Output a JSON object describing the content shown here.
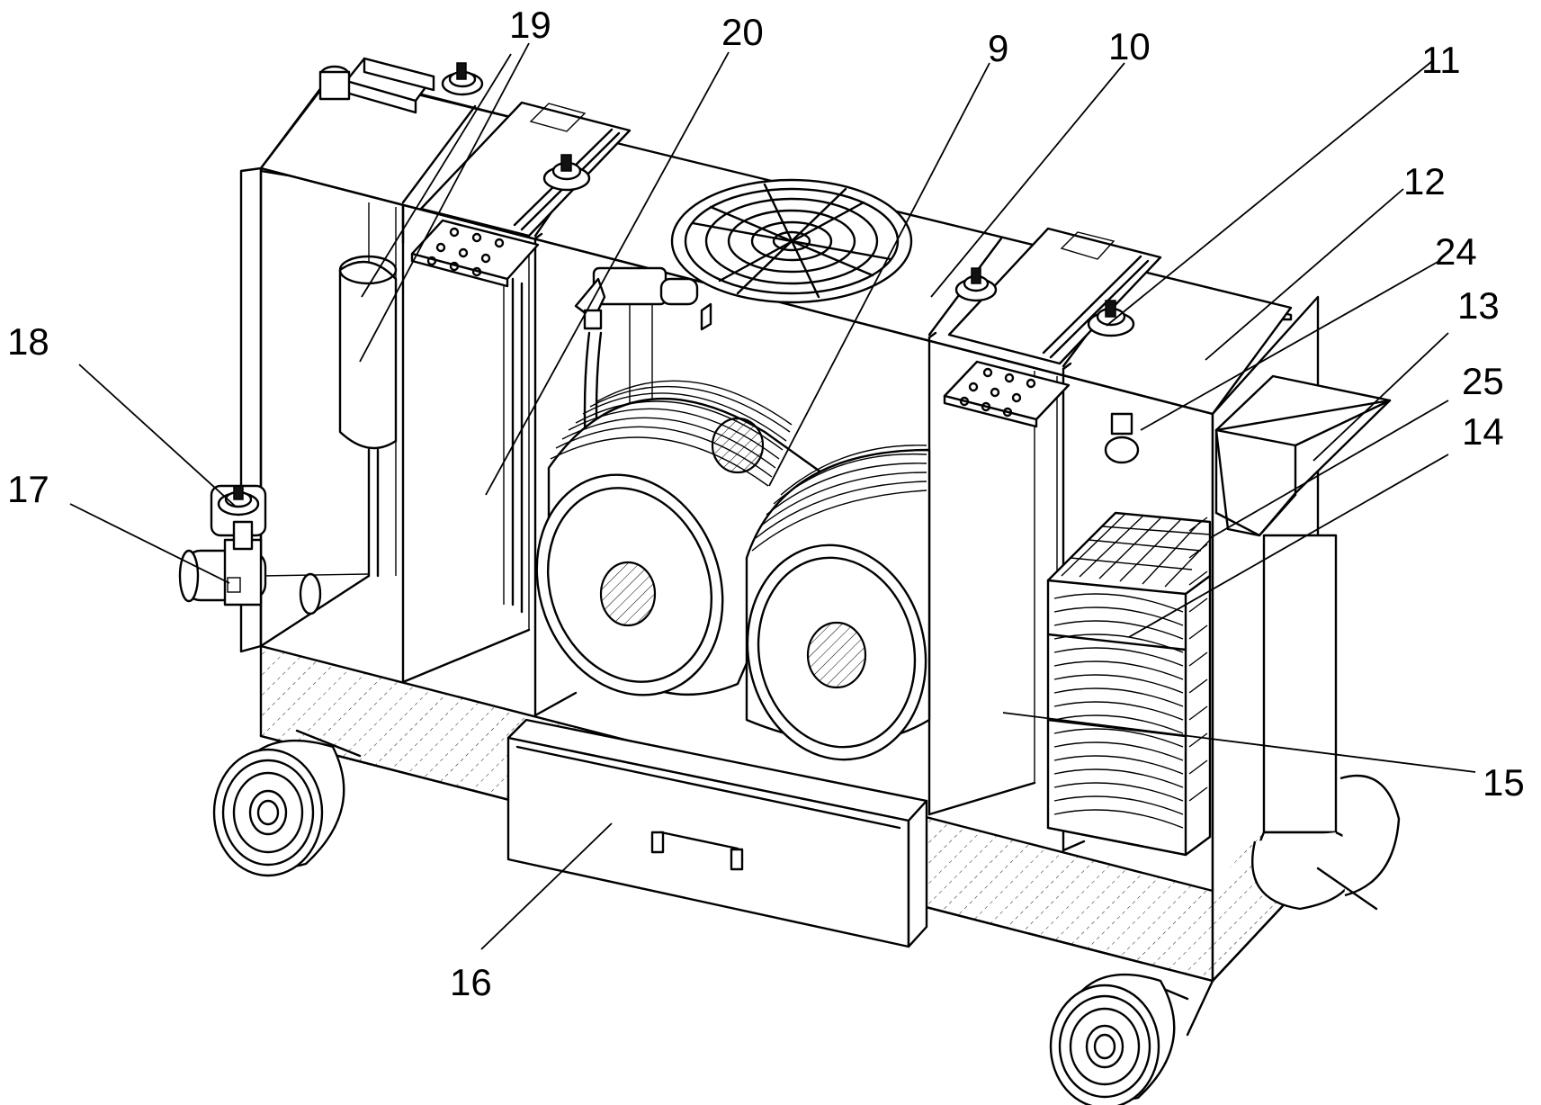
{
  "labels": {
    "l19": "19",
    "l20": "20",
    "l9": "9",
    "l10": "10",
    "l11": "11",
    "l12": "12",
    "l24": "24",
    "l13": "13",
    "l25": "25",
    "l14": "14",
    "l15": "15",
    "l16": "16",
    "l17": "17",
    "l18": "18"
  },
  "colors": {
    "ink": "#000000",
    "paper": "#ffffff"
  }
}
